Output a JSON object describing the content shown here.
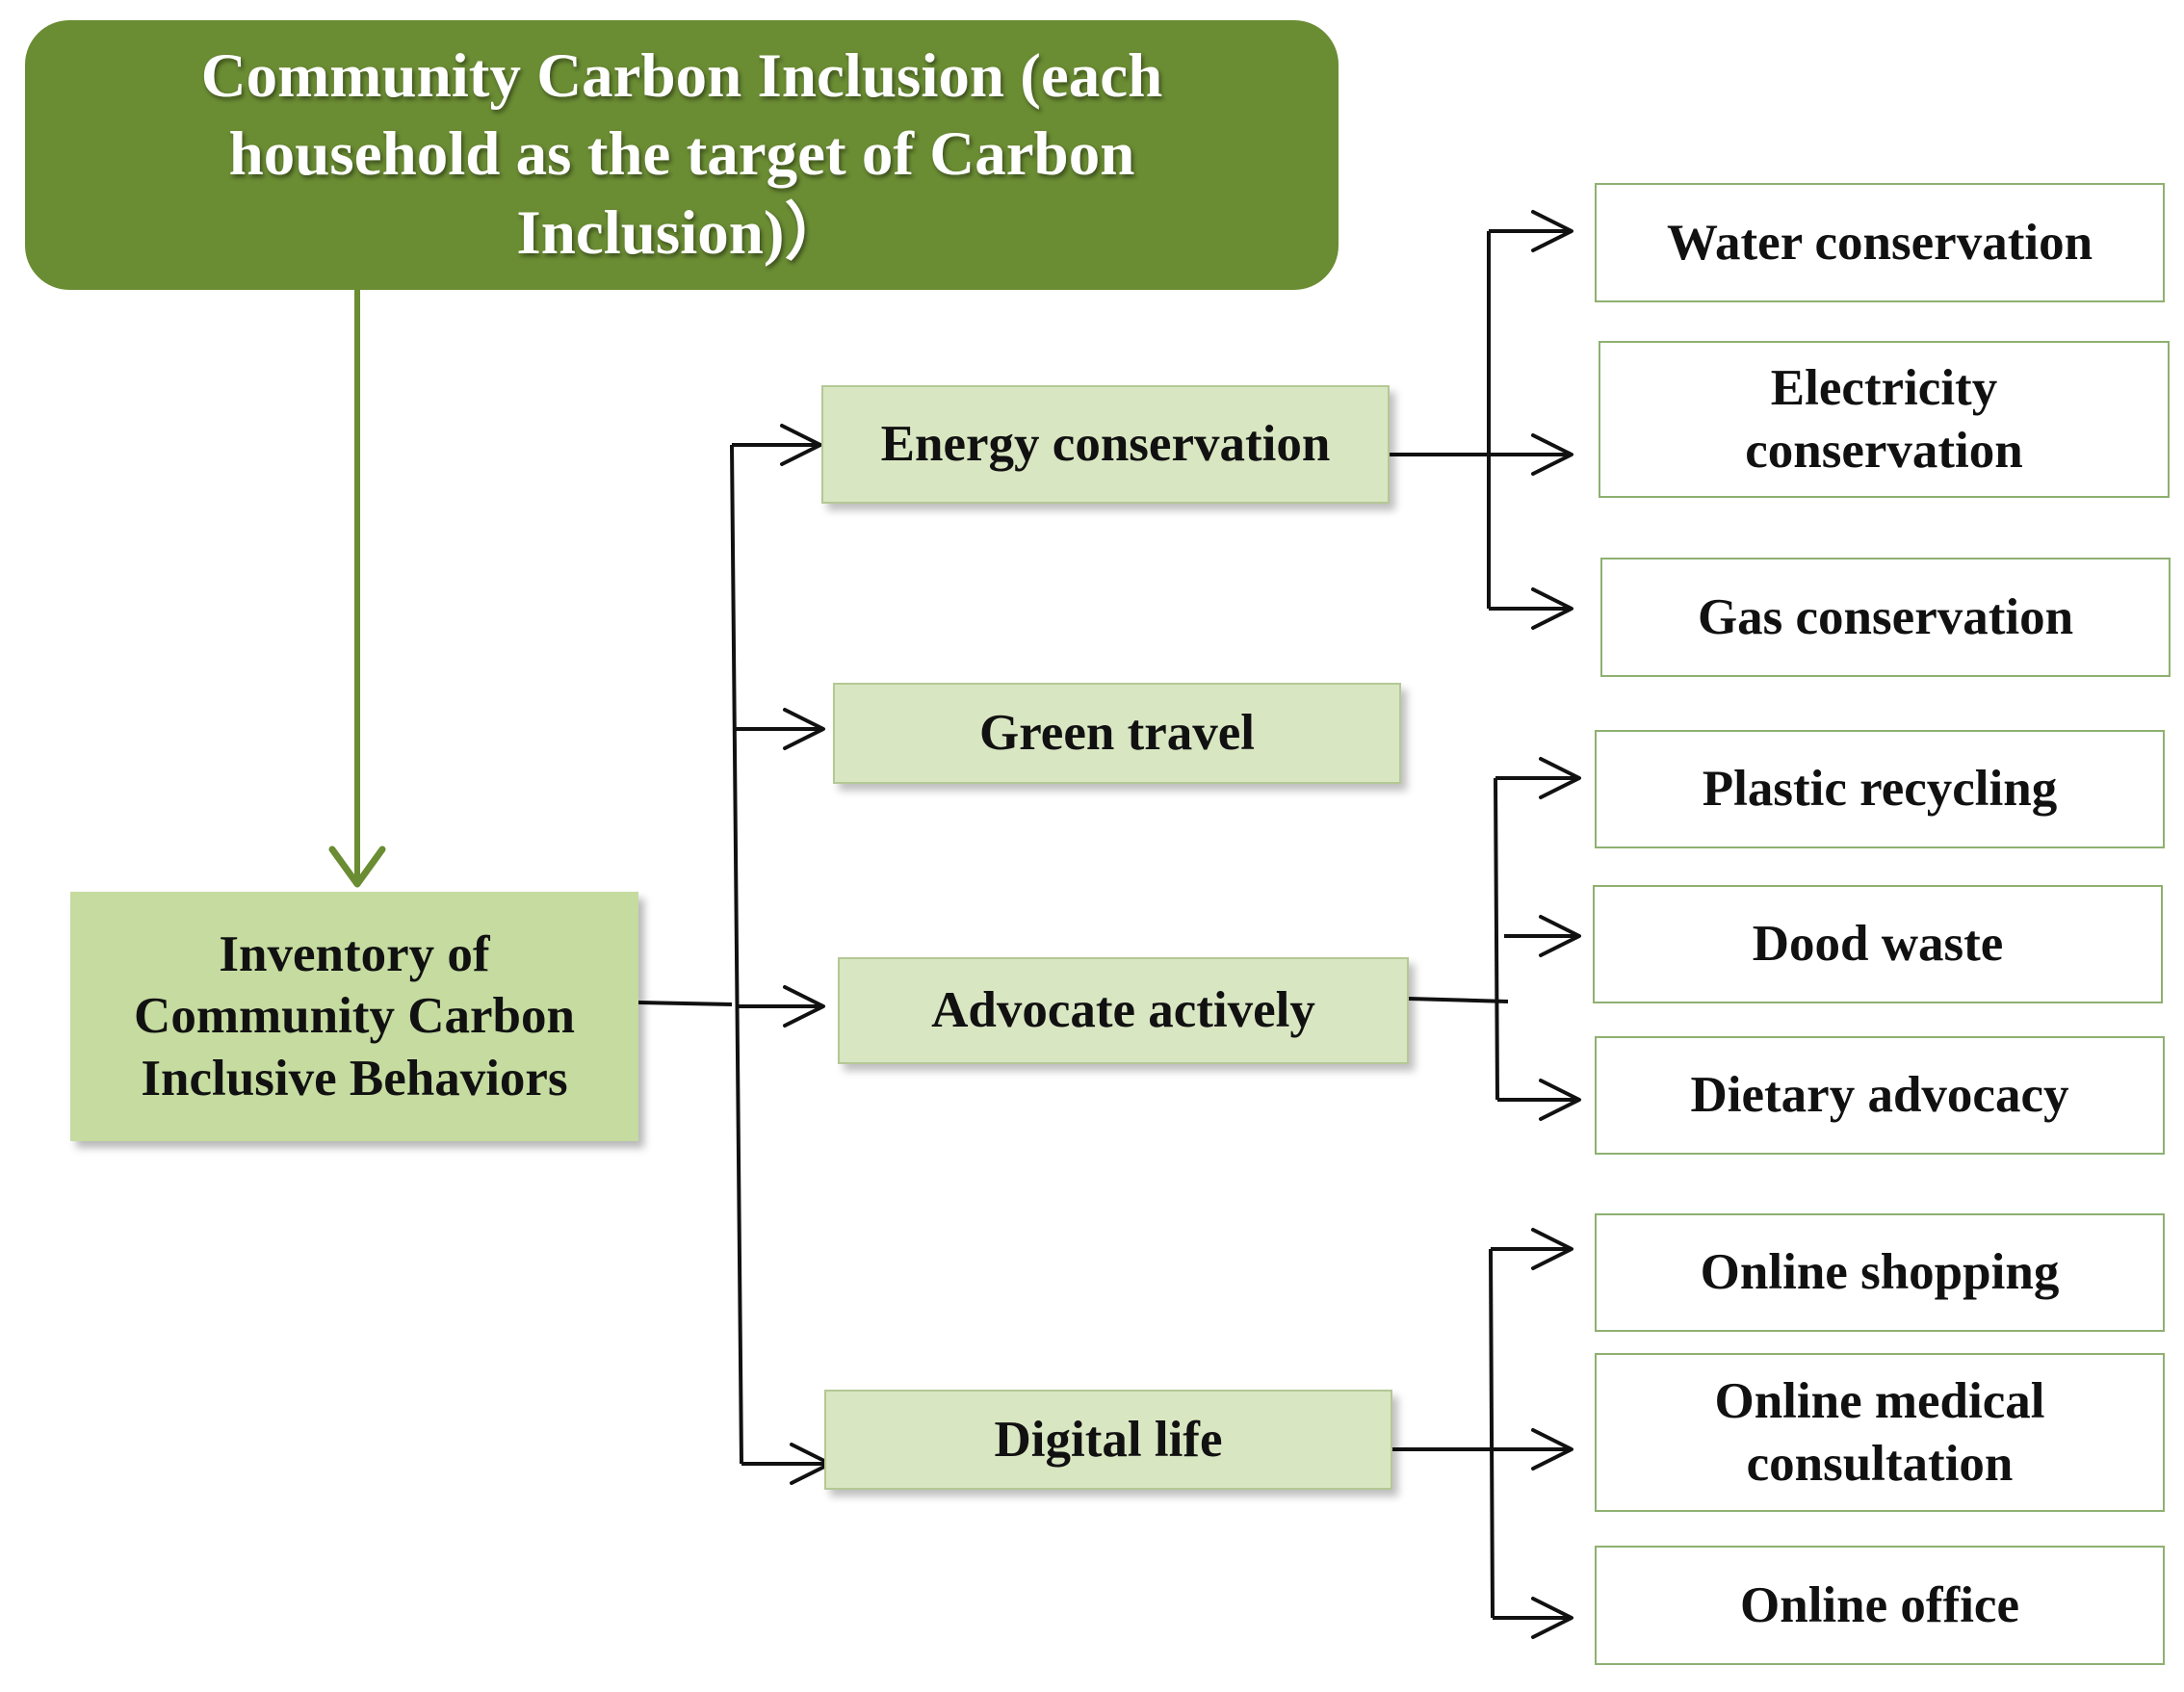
{
  "top": {
    "line1": "Community Carbon Inclusion (each",
    "line2": "household as the target of Carbon",
    "line3": "Inclusion)）"
  },
  "root": {
    "line1": "Inventory of",
    "line2": "Community Carbon",
    "line3": "Inclusive Behaviors"
  },
  "categories": {
    "energy": "Energy conservation",
    "green": "Green travel",
    "advocate": "Advocate actively",
    "digital": "Digital life"
  },
  "leaves": {
    "water": "Water conservation",
    "electricity_1": "Electricity",
    "electricity_2": "conservation",
    "gas": "Gas conservation",
    "plastic": "Plastic recycling",
    "dood": "Dood waste",
    "dietary": "Dietary advocacy",
    "shopping": "Online shopping",
    "medical_1": "Online medical",
    "medical_2": "consultation",
    "office": "Online office"
  },
  "colors": {
    "top_fill": "#6a8c33",
    "root_fill": "#c5dba0",
    "category_fill": "#d9e6c2",
    "leaf_border": "#8fb071",
    "green_arrow": "#6a8c33",
    "black_arrow": "#111111"
  }
}
